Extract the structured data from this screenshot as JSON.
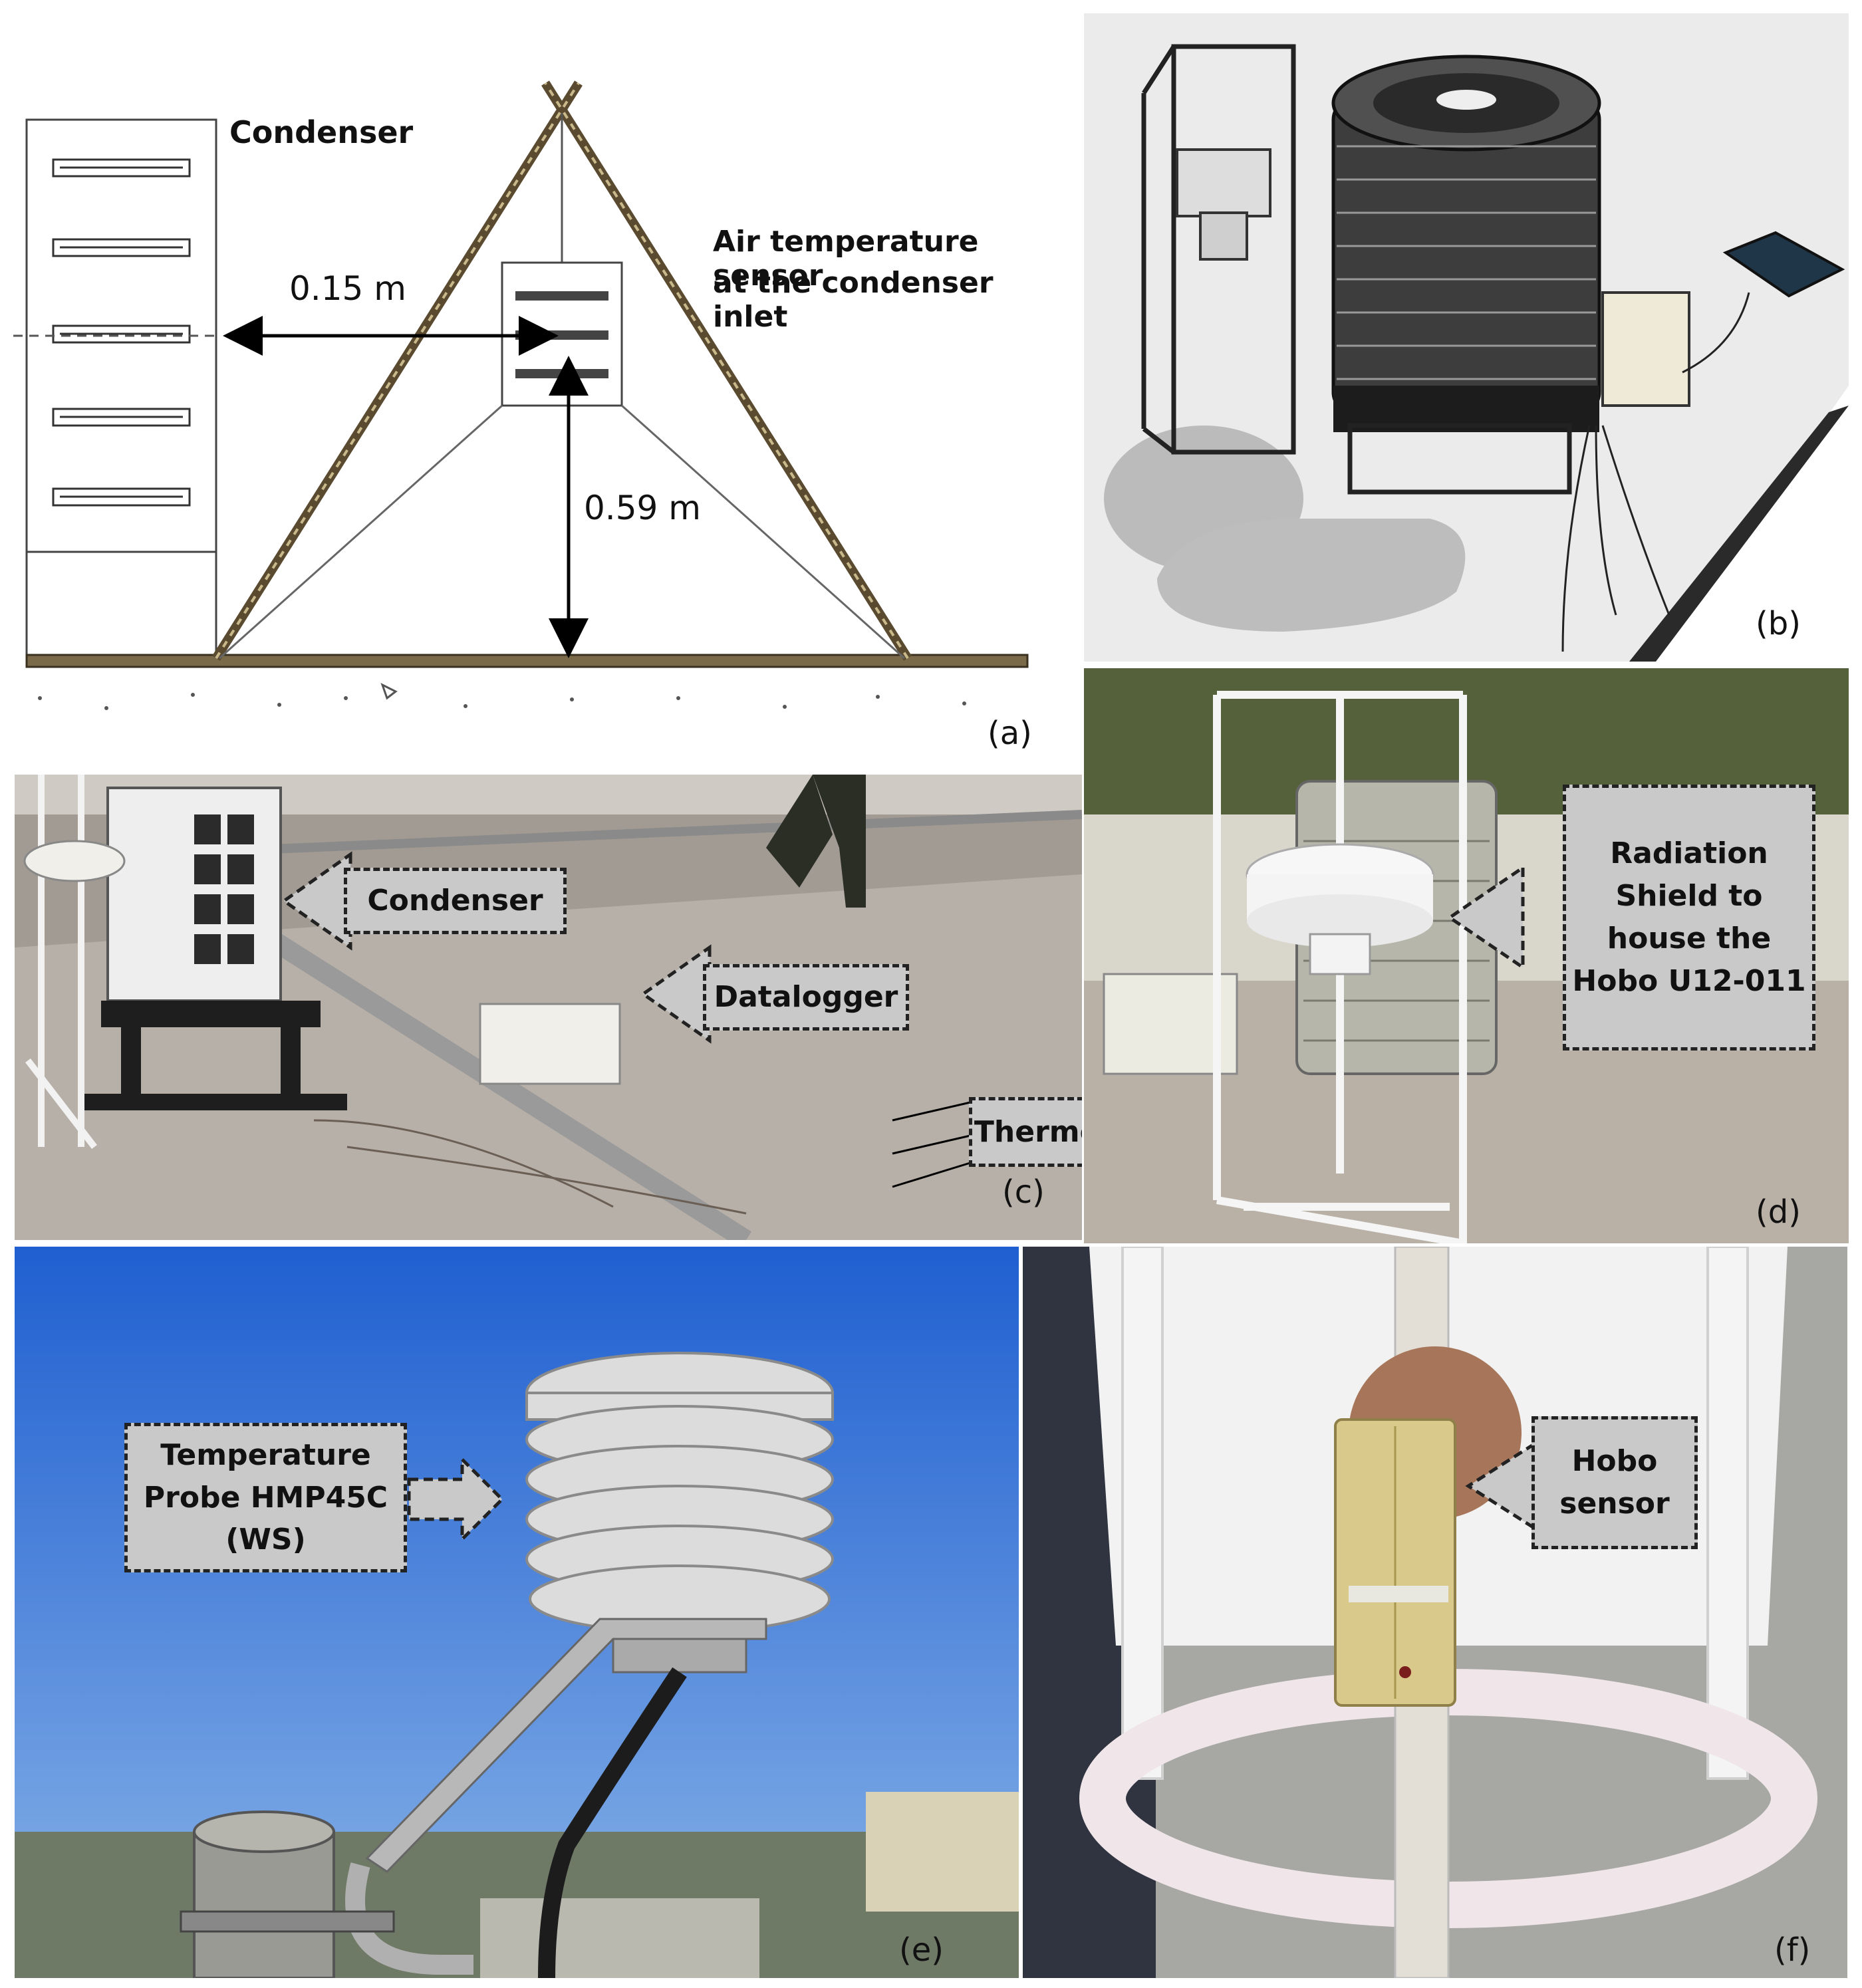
{
  "panel_a": {
    "label": "(a)",
    "condenser_label": "Condenser",
    "sensor_label_line1": "Air temperature sensor",
    "sensor_label_line2": "at the condenser inlet",
    "dim_horizontal": "0.15 m",
    "dim_vertical": "0.59 m"
  },
  "panel_b": {
    "label": "(b)"
  },
  "panel_c": {
    "label": "(c)",
    "callout_condenser": "Condenser",
    "callout_datalogger": "Datalogger",
    "callout_thermocouples": "Thermocouples"
  },
  "panel_d": {
    "label": "(d)",
    "callout_line1": "Radiation",
    "callout_line2": "Shield to",
    "callout_line3": "house the",
    "callout_line4": "Hobo U12-011"
  },
  "panel_e": {
    "label": "(e)",
    "callout_line1": "Temperature",
    "callout_line2": "Probe HMP45C",
    "callout_line3": "(WS)"
  },
  "panel_f": {
    "label": "(f)",
    "callout_line1": "Hobo",
    "callout_line2": "sensor"
  }
}
